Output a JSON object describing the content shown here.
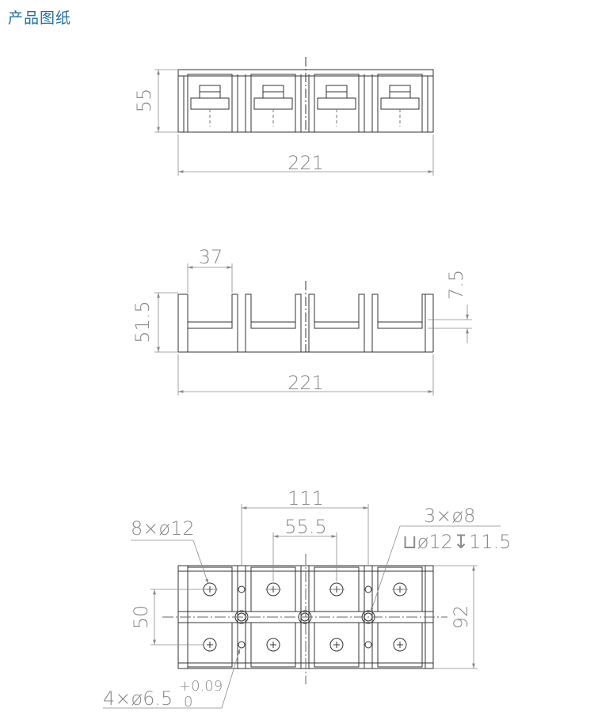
{
  "header": {
    "title": "产品图纸"
  },
  "views": {
    "front": {
      "height": "55",
      "width": "221"
    },
    "side": {
      "pitch": "37",
      "height": "51.5",
      "step": "7.5",
      "width": "221"
    },
    "top": {
      "span_outer": "111",
      "span_inner": "55.5",
      "holes_main": "8×ø12",
      "holes_mount_count": "3×ø8",
      "holes_mount_counterbore": "⊔ø12↧11.5",
      "row_pitch": "50",
      "depth": "92",
      "pin_holes": "4×ø6.5",
      "tol_upper": "+0.09",
      "tol_lower": "0"
    }
  },
  "colors": {
    "title": "#1f6f9f",
    "line": "#333333",
    "dimension": "#8a8a8a",
    "centerline": "#666666"
  }
}
